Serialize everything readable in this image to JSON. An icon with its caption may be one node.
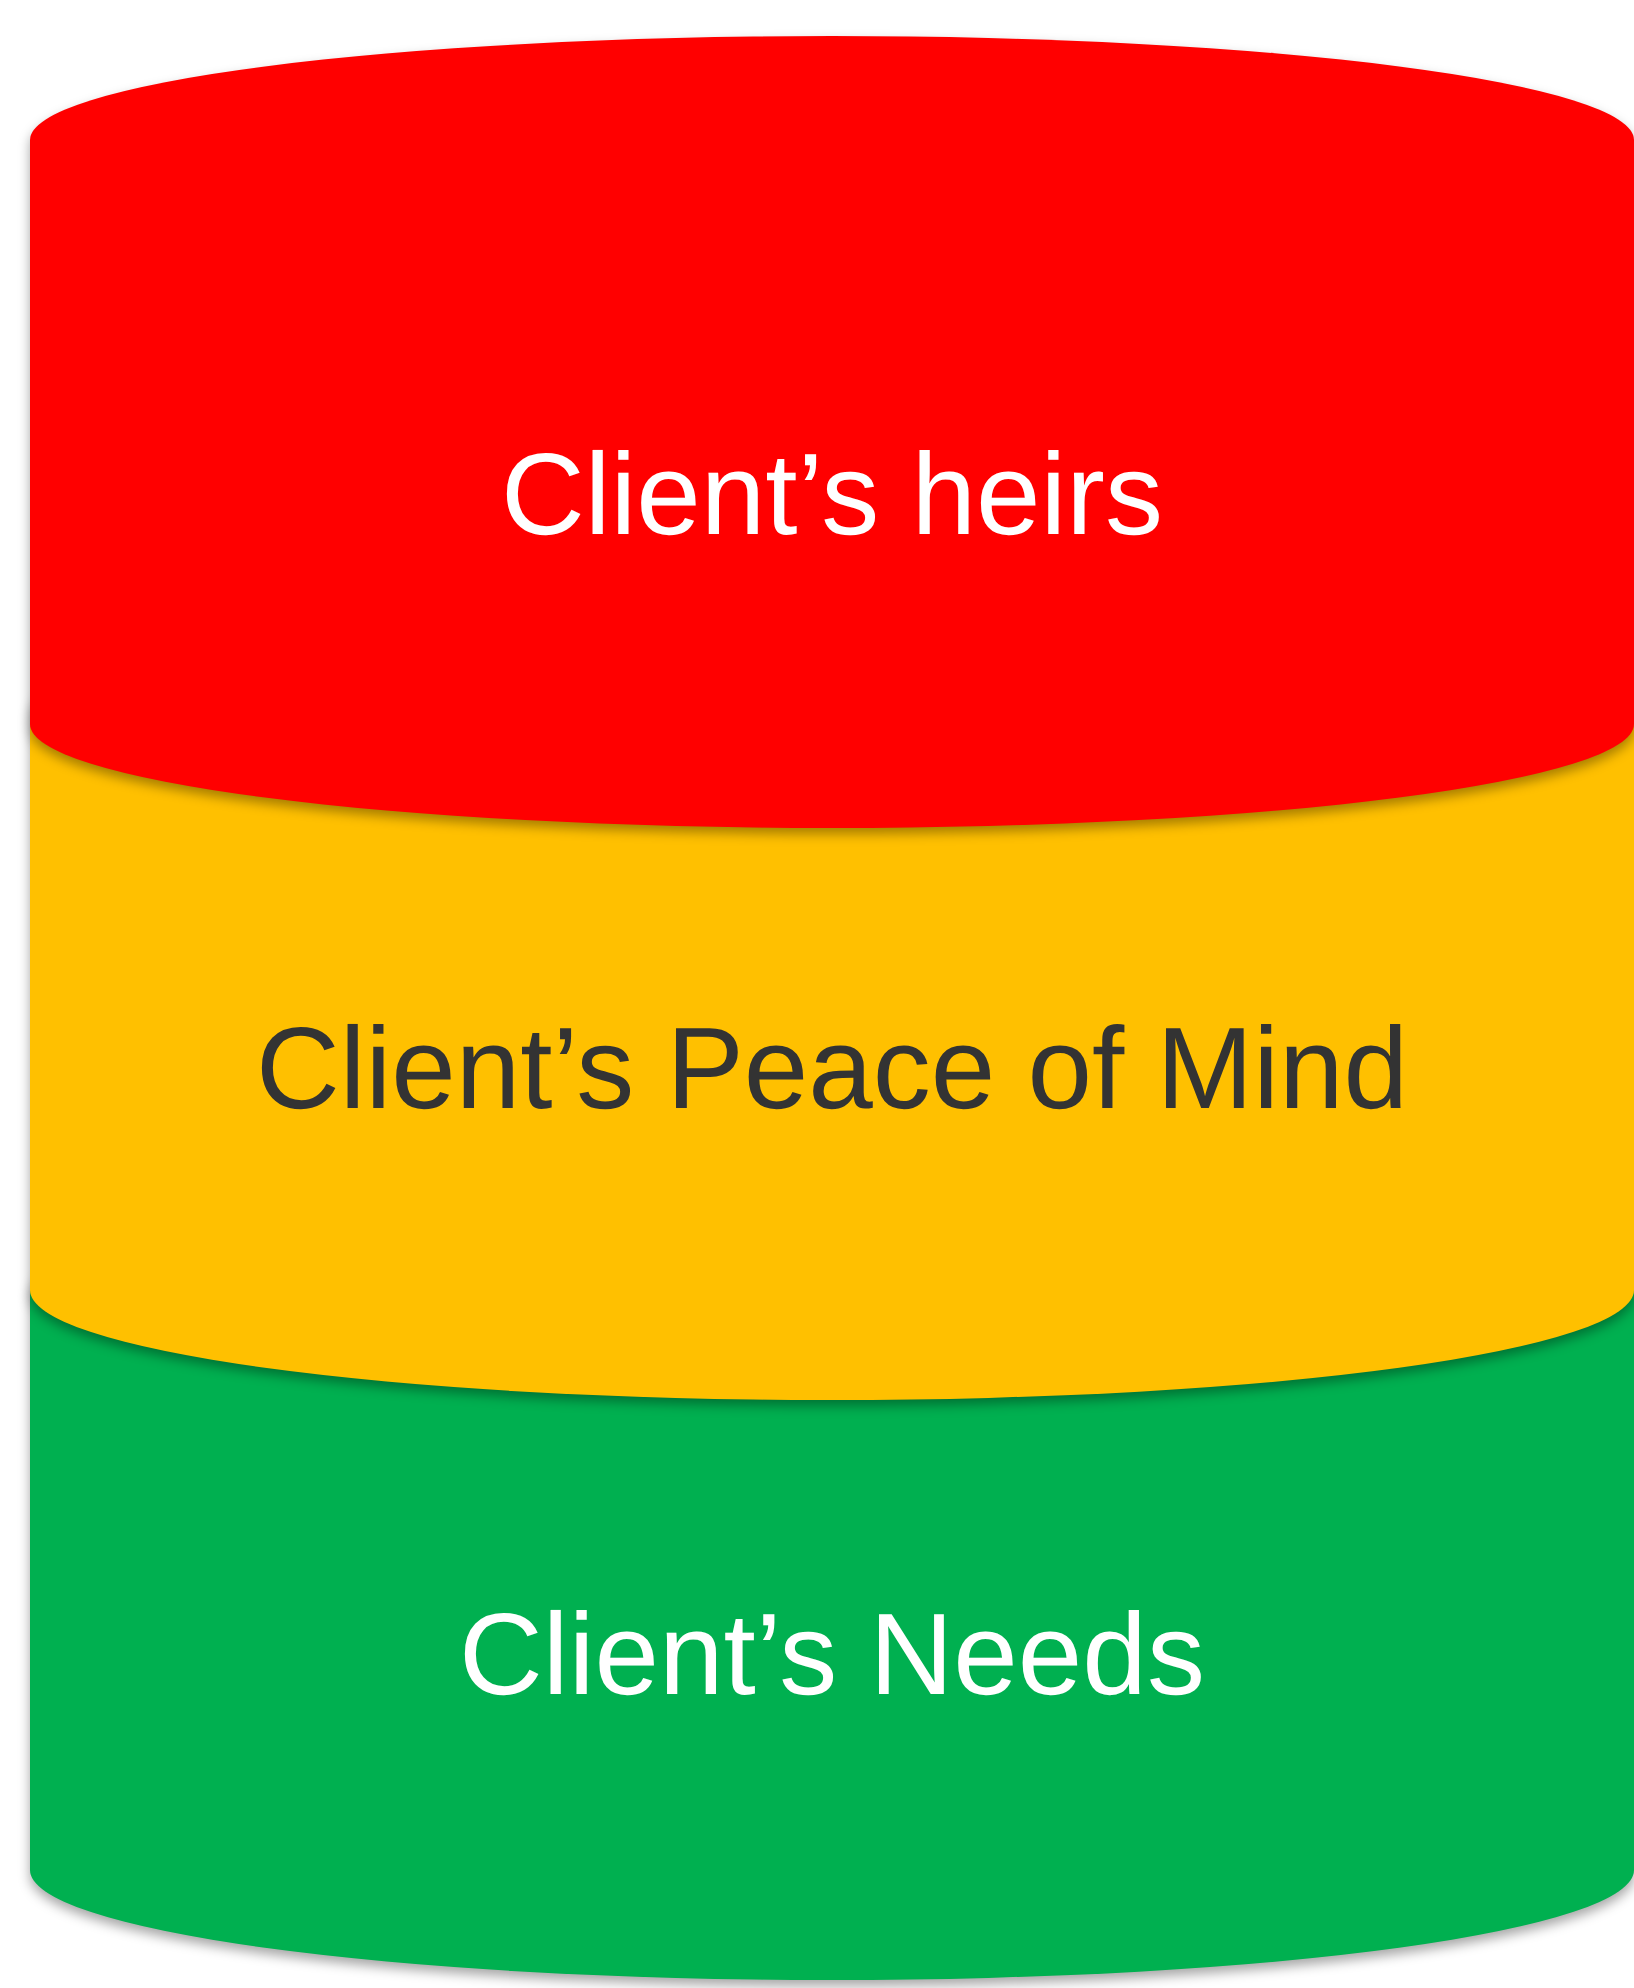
{
  "diagram": {
    "nodes": [
      {
        "text": [
          "Client’s heirs"
        ]
      },
      {
        "text": [
          "Client’s Peace of Mind"
        ]
      },
      {
        "text": [
          "Client’s Needs"
        ]
      }
    ]
  }
}
